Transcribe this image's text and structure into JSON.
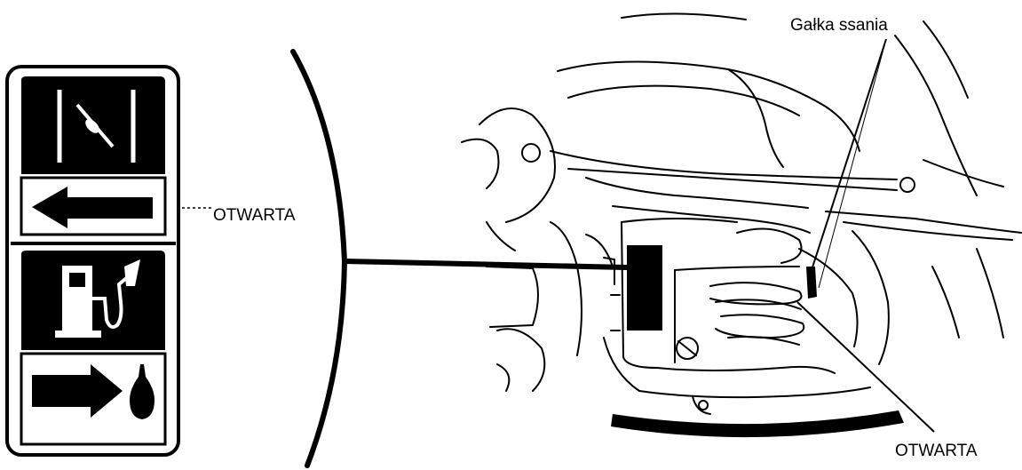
{
  "labels": {
    "choke_knob": "Gałka ssania",
    "open_left": "OTWARTA",
    "open_bottom": "OTWARTA"
  },
  "colors": {
    "ink": "#000000",
    "paper": "#ffffff"
  },
  "icons": [
    "choke-icon",
    "arrow-left-icon",
    "fuel-pump-icon",
    "arrow-right-icon",
    "fuel-drop-icon"
  ]
}
